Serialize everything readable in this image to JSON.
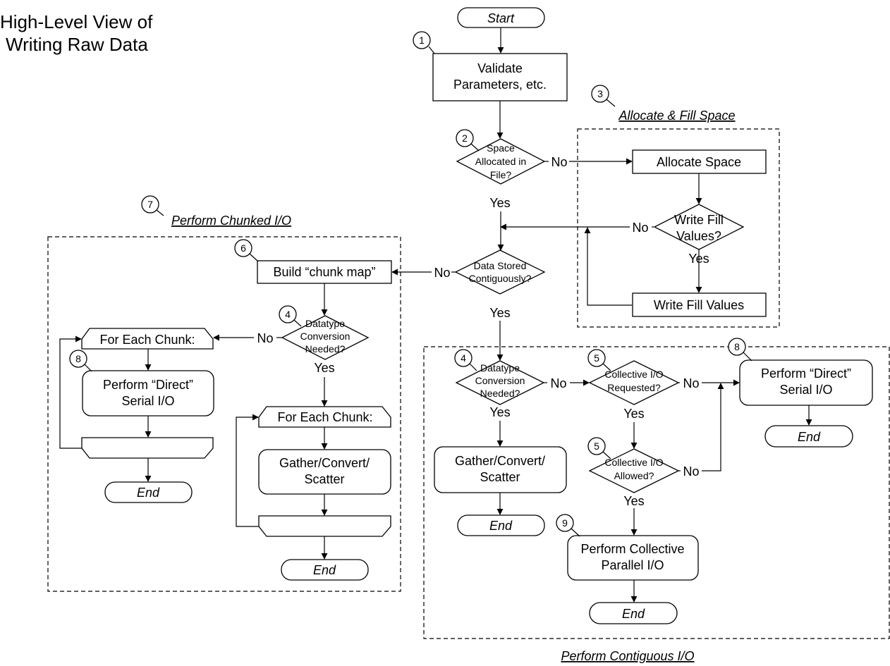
{
  "title_lines": [
    "High-Level View of",
    "Writing Raw Data"
  ],
  "groups": {
    "allocate_fill": "Allocate & Fill Space",
    "chunked_io": "Perform Chunked I/O",
    "contiguous_io": "Perform Contiguous I/O"
  },
  "nodes": {
    "start": "Start",
    "validate": [
      "Validate",
      "Parameters, etc."
    ],
    "space_allocated": [
      "Space",
      "Allocated in",
      "File?"
    ],
    "allocate_space": "Allocate Space",
    "write_fill_q": [
      "Write Fill",
      "Values?"
    ],
    "write_fill": "Write Fill Values",
    "data_contig": [
      "Data Stored",
      "Contiguously?"
    ],
    "build_chunk_map": "Build “chunk map”",
    "dt_conv_left": [
      "Datatype",
      "Conversion",
      "Needed?"
    ],
    "for_each_chunk_1": "For Each Chunk:",
    "direct_serial_left": [
      "Perform “Direct”",
      "Serial I/O"
    ],
    "end_left_1": "End",
    "for_each_chunk_2": "For Each Chunk:",
    "gather_left": [
      "Gather/Convert/",
      "Scatter"
    ],
    "end_left_2": "End",
    "dt_conv_right": [
      "Datatype",
      "Conversion",
      "Needed?"
    ],
    "gather_right": [
      "Gather/Convert/",
      "Scatter"
    ],
    "end_right_1": "End",
    "coll_requested": [
      "Collective I/O",
      "Requested?"
    ],
    "coll_allowed": [
      "Collective I/O",
      "Allowed?"
    ],
    "direct_serial_right": [
      "Perform “Direct”",
      "Serial I/O"
    ],
    "end_right_2": "End",
    "coll_parallel": [
      "Perform Collective",
      "Parallel I/O"
    ],
    "end_right_3": "End"
  },
  "edge_labels": {
    "yes": "Yes",
    "no": "No"
  },
  "step_numbers": [
    "1",
    "2",
    "3",
    "4",
    "4",
    "5",
    "5",
    "6",
    "7",
    "8",
    "8",
    "9"
  ]
}
